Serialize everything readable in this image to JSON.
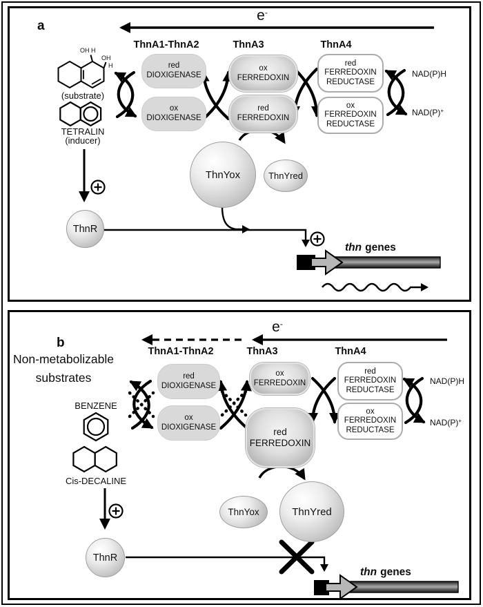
{
  "colors": {
    "box_gray": "#d9d9d9",
    "gene_bar_gray": "#5a5a5a",
    "promoter_black": "#000000",
    "line_black": "#000000"
  },
  "panel_a": {
    "label": "a",
    "electron": {
      "base": "e",
      "sup": "-"
    },
    "groups": {
      "a1a2": "ThnA1-ThnA2",
      "a3": "ThnA3",
      "a4": "ThnA4"
    },
    "structure": {
      "oh1": "OH H",
      "oh2": "OH",
      "h": "H"
    },
    "substrate_caption": "(substrate)",
    "inducer_name": "TETRALIN",
    "inducer_role": "(inducer)",
    "boxes": {
      "red_dioxigenase": [
        "red",
        "DIOXIGENASE"
      ],
      "ox_dioxigenase": [
        "ox",
        "DIOXIGENASE"
      ],
      "ox_ferredoxin": [
        "ox",
        "FERREDOXIN"
      ],
      "red_ferredoxin": [
        "red",
        "FERREDOXIN"
      ],
      "red_fd_reductase": [
        "red",
        "FERREDOXIN",
        "REDUCTASE"
      ],
      "ox_fd_reductase": [
        "ox",
        "FERREDOXIN",
        "REDUCTASE"
      ]
    },
    "cofactors": {
      "nadph": "NAD(P)H",
      "nadp_base": "NAD(P)",
      "nadp_sup": "+"
    },
    "proteins": {
      "thnyox": "ThnYox",
      "thnyred": "ThnYred",
      "thnr": "ThnR"
    },
    "gene": {
      "italic": "thn",
      "rest": "genes"
    }
  },
  "panel_b": {
    "label": "b",
    "subtitle_line1": "Non-metabolizable",
    "subtitle_line2": "substrates",
    "electron": {
      "base": "e",
      "sup": "-"
    },
    "groups": {
      "a1a2": "ThnA1-ThnA2",
      "a3": "ThnA3",
      "a4": "ThnA4"
    },
    "substrates": {
      "benzene": "BENZENE",
      "decaline": "Cis-DECALINE"
    },
    "boxes": {
      "red_dioxigenase": [
        "red",
        "DIOXIGENASE"
      ],
      "ox_dioxigenase": [
        "ox",
        "DIOXIGENASE"
      ],
      "ox_ferredoxin": [
        "ox",
        "FERREDOXIN"
      ],
      "red_ferredoxin": [
        "red",
        "FERREDOXIN"
      ],
      "red_fd_reductase": [
        "red",
        "FERREDOXIN",
        "REDUCTASE"
      ],
      "ox_fd_reductase": [
        "ox",
        "FERREDOXIN",
        "REDUCTASE"
      ]
    },
    "cofactors": {
      "nadph": "NAD(P)H",
      "nadp_base": "NAD(P)",
      "nadp_sup": "+"
    },
    "proteins": {
      "thnyox": "ThnYox",
      "thnyred": "ThnYred",
      "thnr": "ThnR"
    },
    "gene": {
      "italic": "thn",
      "rest": "genes"
    }
  }
}
